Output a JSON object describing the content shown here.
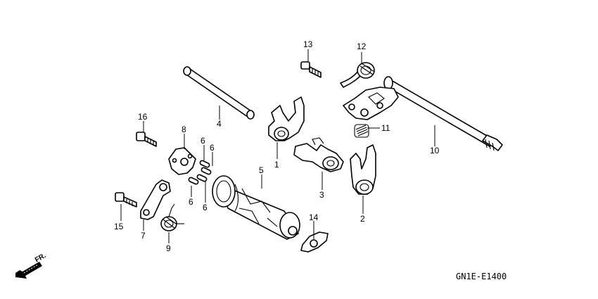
{
  "diagram_code": "GN1E-E1400",
  "direction_label": "FR.",
  "callouts": [
    {
      "id": "1",
      "text": "1"
    },
    {
      "id": "2",
      "text": "2"
    },
    {
      "id": "3",
      "text": "3"
    },
    {
      "id": "4",
      "text": "4"
    },
    {
      "id": "5",
      "text": "5"
    },
    {
      "id": "6a",
      "text": "6"
    },
    {
      "id": "6b",
      "text": "6"
    },
    {
      "id": "6c",
      "text": "6"
    },
    {
      "id": "6d",
      "text": "6"
    },
    {
      "id": "7",
      "text": "7"
    },
    {
      "id": "8",
      "text": "8"
    },
    {
      "id": "9",
      "text": "9"
    },
    {
      "id": "10",
      "text": "10"
    },
    {
      "id": "11",
      "text": "11"
    },
    {
      "id": "12",
      "text": "12"
    },
    {
      "id": "13",
      "text": "13"
    },
    {
      "id": "14",
      "text": "14"
    },
    {
      "id": "15",
      "text": "15"
    },
    {
      "id": "16",
      "text": "16"
    }
  ]
}
